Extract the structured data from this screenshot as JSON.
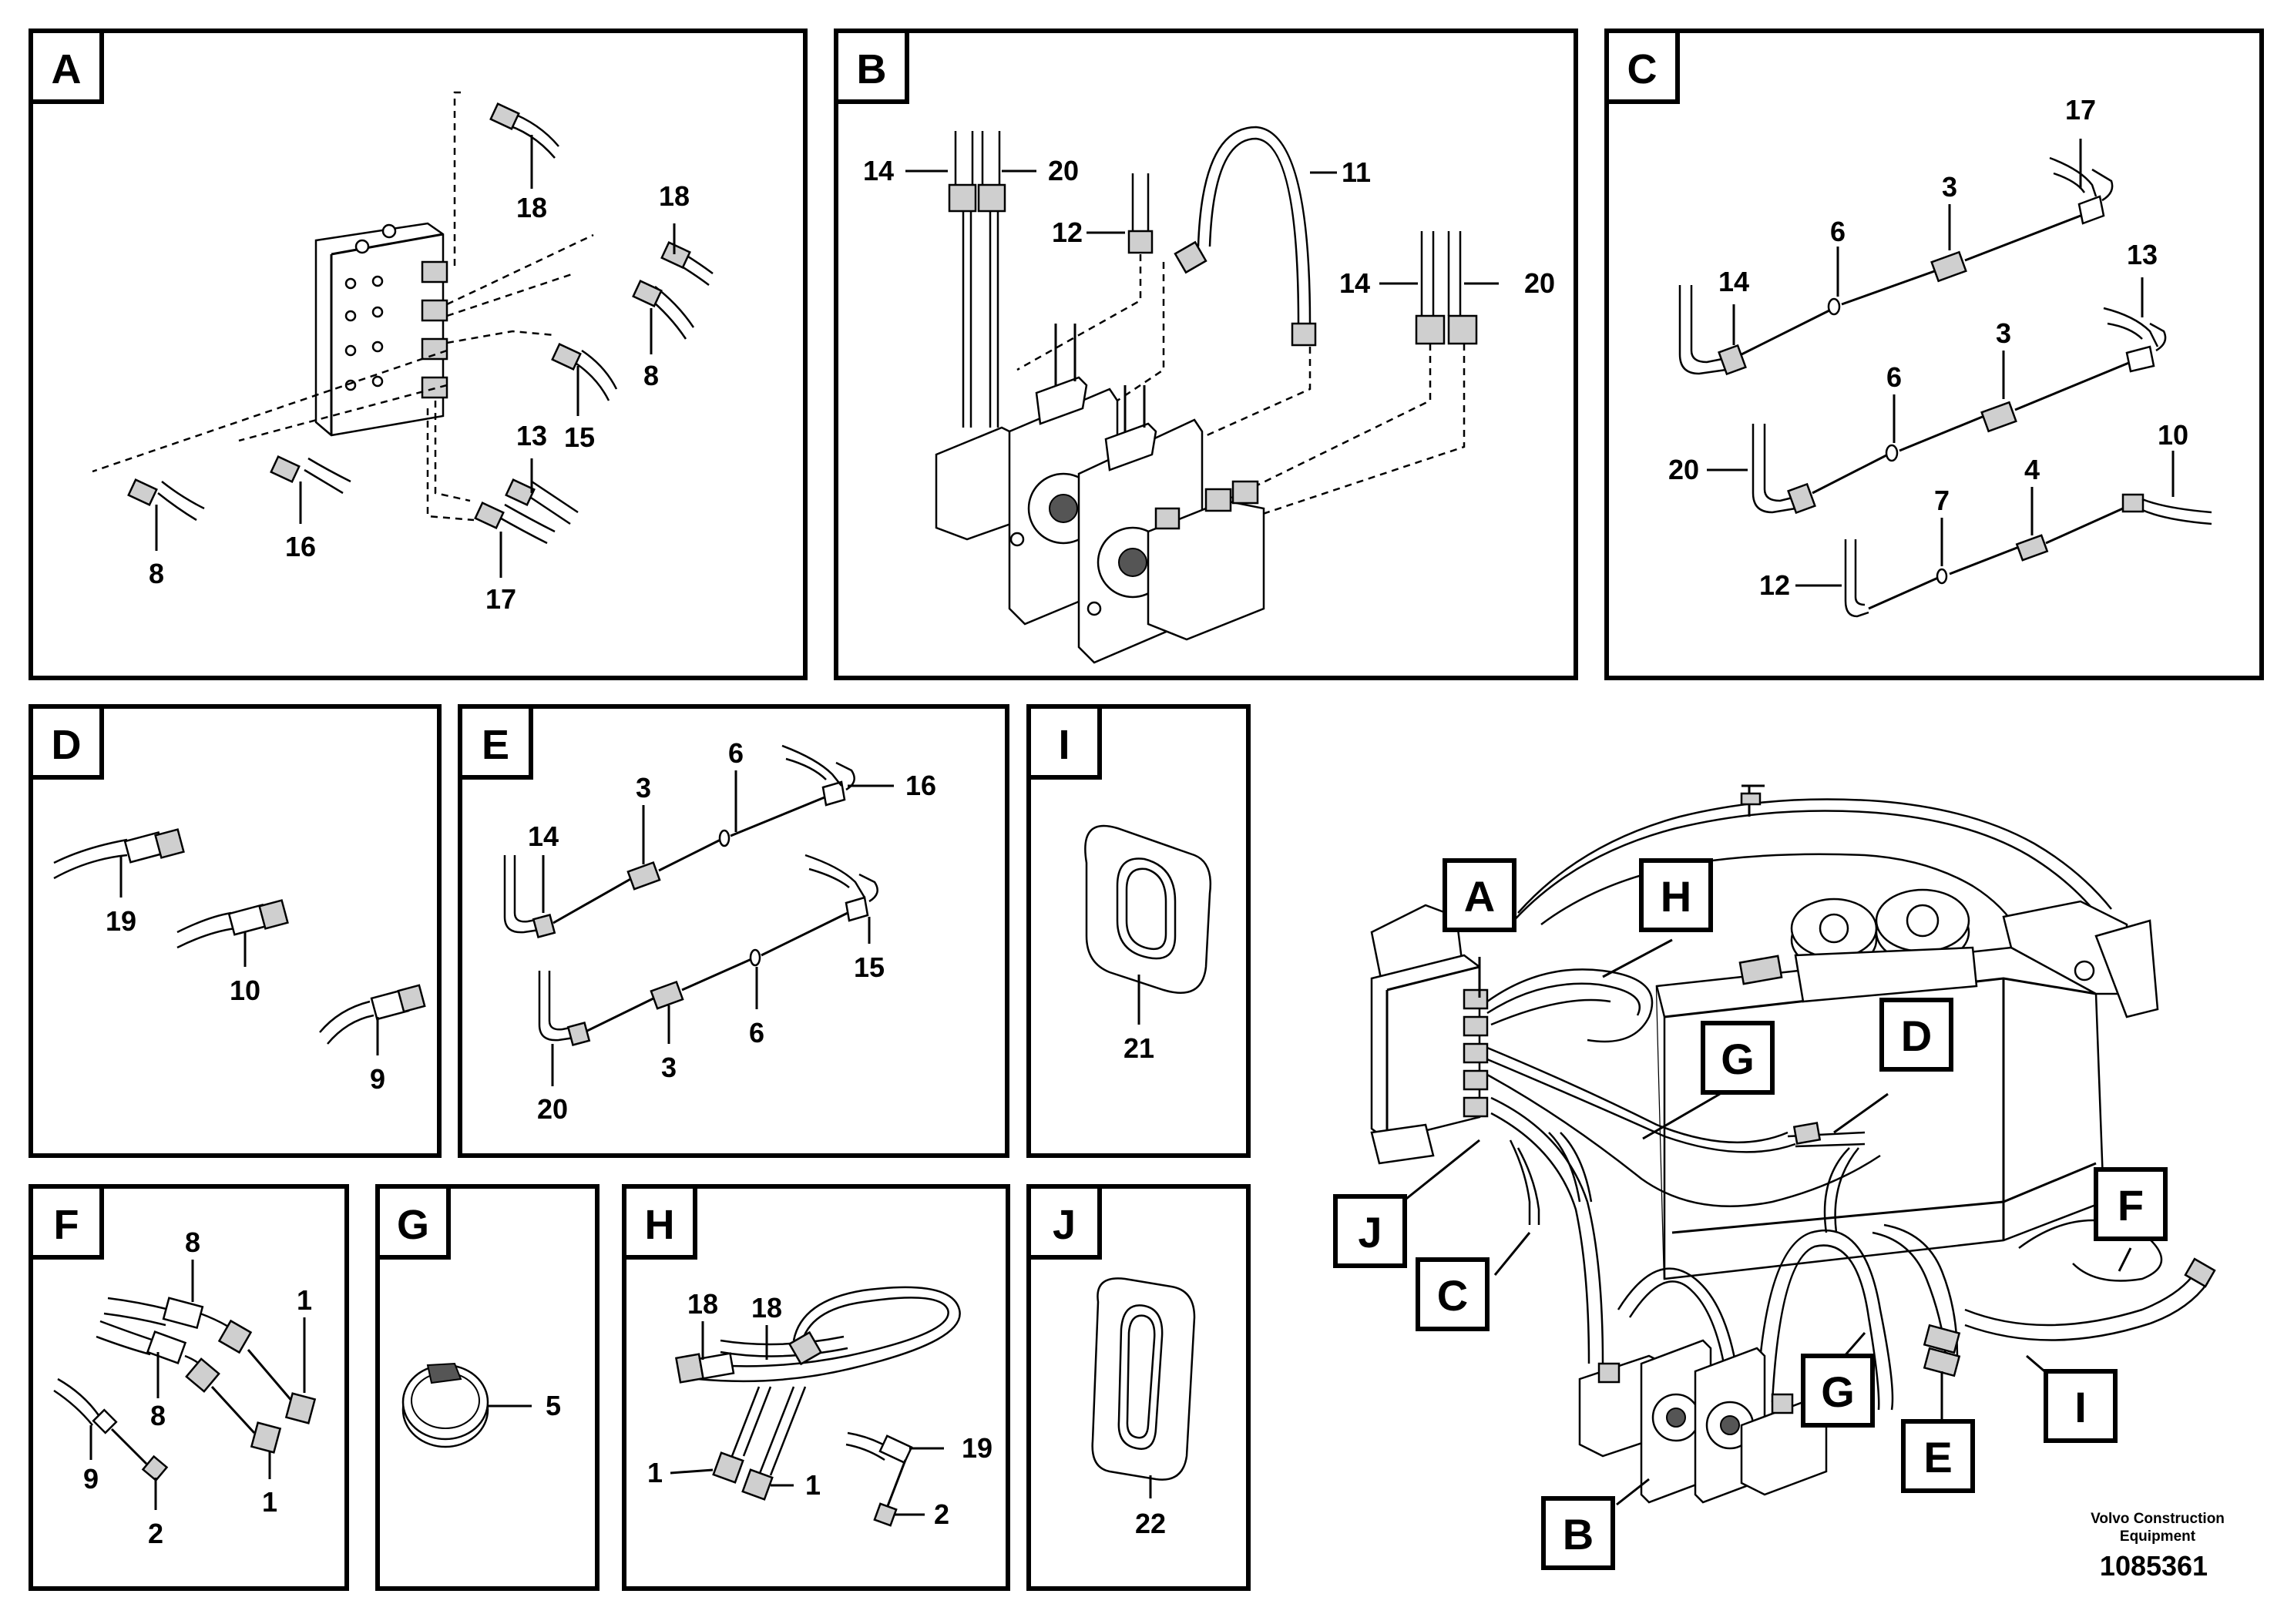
{
  "panels": [
    {
      "id": "A",
      "labels": [
        "18",
        "18",
        "8",
        "15",
        "13",
        "17",
        "16",
        "8"
      ]
    },
    {
      "id": "B",
      "labels": [
        "14",
        "20",
        "11",
        "12",
        "14",
        "20"
      ]
    },
    {
      "id": "C",
      "labels": [
        "17",
        "3",
        "6",
        "14",
        "13",
        "3",
        "6",
        "20",
        "10",
        "4",
        "7",
        "12"
      ]
    },
    {
      "id": "D",
      "labels": [
        "19",
        "10",
        "9"
      ]
    },
    {
      "id": "E",
      "labels": [
        "14",
        "3",
        "6",
        "16",
        "15",
        "6",
        "3",
        "20"
      ]
    },
    {
      "id": "I",
      "labels": [
        "21"
      ]
    },
    {
      "id": "F",
      "labels": [
        "8",
        "1",
        "8",
        "9",
        "1",
        "2"
      ]
    },
    {
      "id": "G",
      "labels": [
        "5"
      ]
    },
    {
      "id": "H",
      "labels": [
        "18",
        "18",
        "1",
        "1",
        "19",
        "2"
      ]
    },
    {
      "id": "J",
      "labels": [
        "22"
      ]
    }
  ],
  "overview_callouts": [
    "A",
    "H",
    "G",
    "D",
    "J",
    "C",
    "F",
    "G",
    "E",
    "I",
    "B"
  ],
  "footer": {
    "company_line1": "Volvo Construction",
    "company_line2": "Equipment",
    "drawing_number": "1085361"
  }
}
